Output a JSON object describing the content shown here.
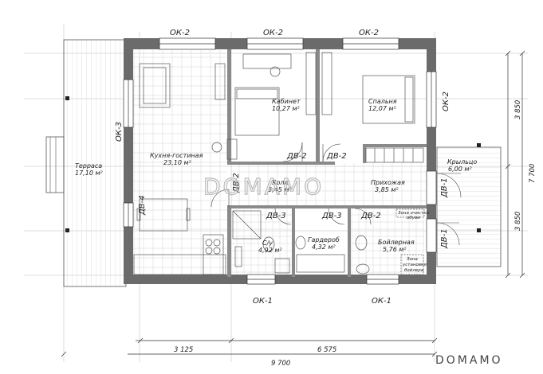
{
  "rooms": {
    "terrace": {
      "name": "Терраса",
      "area": "17,10 м²"
    },
    "kitchen": {
      "name": "Кухня-гостиная",
      "area": "23,10 м²"
    },
    "study": {
      "name": "Кабинет",
      "area": "10,27 м²"
    },
    "bedroom": {
      "name": "Спальня",
      "area": "12,07 м²"
    },
    "hall": {
      "name": "Холл",
      "area": "5,45 м²"
    },
    "entry": {
      "name": "Прихожая",
      "area": "3,85 м²"
    },
    "porch": {
      "name": "Крыльцо",
      "area": "6,00 м²"
    },
    "bath": {
      "name": "С/у",
      "area": "4,92 м²"
    },
    "wardrobe": {
      "name": "Гардероб",
      "area": "4,32 м²"
    },
    "boiler": {
      "name": "Бойлерная",
      "area": "5,76 м²"
    }
  },
  "notes": {
    "shoe_zone_1": "Зона очистки",
    "shoe_zone_2": "обуви",
    "boiler_zone_1": "Зона",
    "boiler_zone_2": "установки",
    "boiler_zone_3": "бойлера"
  },
  "windows": {
    "ok2": "ОК-2",
    "ok3": "ОК-3",
    "ok1": "ОК-1"
  },
  "doors": {
    "dv2": "ДВ-2",
    "dv3": "ДВ-3",
    "dv4": "ДВ-4",
    "dv1": "ДВ-1"
  },
  "dimensions": {
    "left_part": "3 125",
    "right_part": "6 575",
    "total_width": "9 700",
    "top_part": "3 850",
    "bottom_part": "3 850",
    "total_height": "7 700"
  },
  "watermark": "DOMAMO",
  "logo": "DOMAMO",
  "colors": {
    "wall": "#6b6b6b",
    "line": "#333333",
    "background": "#ffffff"
  }
}
